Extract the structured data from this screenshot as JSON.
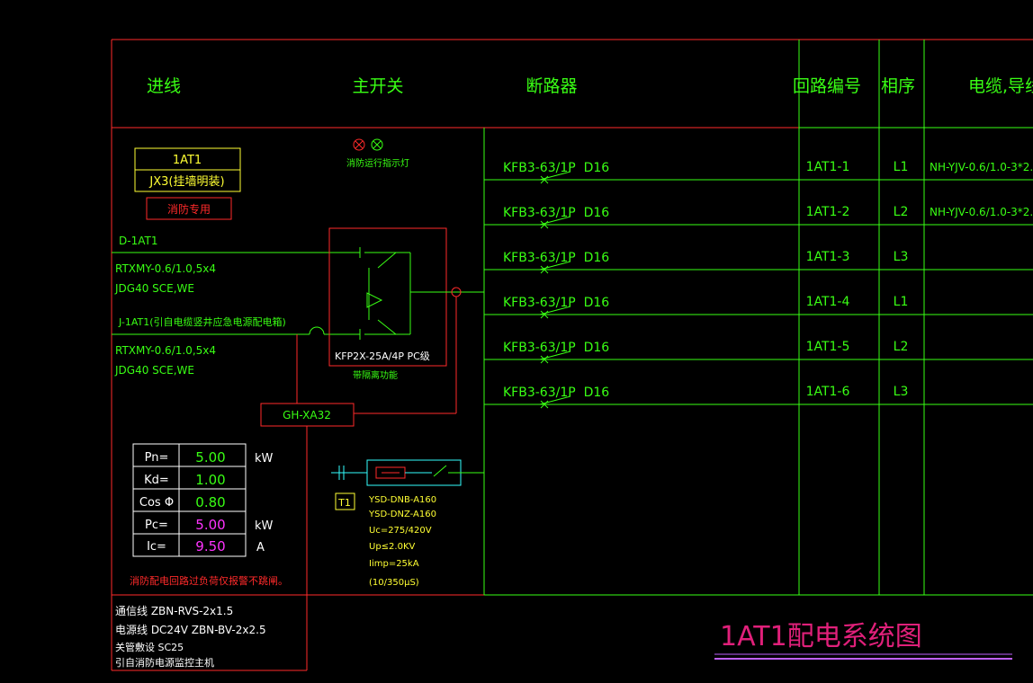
{
  "header": {
    "incoming": "进线",
    "main_switch": "主开关",
    "breaker": "断路器",
    "circuit_no": "回路编号",
    "phase": "相序",
    "cable": "电缆,导线,保"
  },
  "panel": {
    "name": "1AT1",
    "install": "JX3(挂墙明装)",
    "tag": "消防专用"
  },
  "indicator_label": "消防运行指示灯",
  "incoming": {
    "line1_id": "D-1AT1",
    "line1_cable": "RTXMY-0.6/1.0,5x4",
    "line1_conduit": "JDG40 SCE,WE",
    "line2_id": "J-1AT1(引自电缆竖井应急电源配电箱)",
    "line2_cable": "RTXMY-0.6/1.0,5x4",
    "line2_conduit": "JDG40 SCE,WE"
  },
  "ats": {
    "model": "KFP2X-25A/4P PC级",
    "note": "带隔离功能",
    "monitor": "GH-XA32"
  },
  "calc": {
    "rows": [
      {
        "label": "Pn=",
        "value": "5.00",
        "unit": "kW"
      },
      {
        "label": "Kd=",
        "value": "1.00",
        "unit": ""
      },
      {
        "label": "Cos Φ",
        "value": "0.80",
        "unit": ""
      },
      {
        "label": "Pc=",
        "value": "5.00",
        "unit": "kW"
      },
      {
        "label": "Ic=",
        "value": "9.50",
        "unit": "A"
      }
    ],
    "note": "消防配电回路过负荷仅报警不跳闸。"
  },
  "spd": {
    "tag": "T1",
    "lines": [
      "YSD-DNB-A160",
      "YSD-DNZ-A160",
      "Uc=275/420V",
      "Up≤2.0KV",
      "Iimp=25kA",
      "(10/350μS)"
    ]
  },
  "circuits": [
    {
      "breaker": "KFB3-63/1P  D16",
      "id": "1AT1-1",
      "phase": "L1",
      "cable": "NH-YJV-0.6/1.0-3*2."
    },
    {
      "breaker": "KFB3-63/1P  D16",
      "id": "1AT1-2",
      "phase": "L2",
      "cable": "NH-YJV-0.6/1.0-3*2."
    },
    {
      "breaker": "KFB3-63/1P  D16",
      "id": "1AT1-3",
      "phase": "L3",
      "cable": ""
    },
    {
      "breaker": "KFB3-63/1P  D16",
      "id": "1AT1-4",
      "phase": "L1",
      "cable": ""
    },
    {
      "breaker": "KFB3-63/1P  D16",
      "id": "1AT1-5",
      "phase": "L2",
      "cable": ""
    },
    {
      "breaker": "KFB3-63/1P  D16",
      "id": "1AT1-6",
      "phase": "L3",
      "cable": ""
    }
  ],
  "footer_notes": {
    "line1": "通信线 ZBN-RVS-2x1.5",
    "line2": "电源线 DC24V ZBN-BV-2x2.5",
    "line3": "关管敷设 SC25",
    "line4": "引自消防电源监控主机"
  },
  "diagram_title": "1AT1配电系统图",
  "colors": {
    "frame": "#ff2a2a",
    "wire": "#39ff14",
    "text_green": "#39ff14",
    "text_yellow": "#ffff33",
    "text_magenta": "#ff33ff",
    "cyan": "#33ffff",
    "title": "#e0207a"
  }
}
